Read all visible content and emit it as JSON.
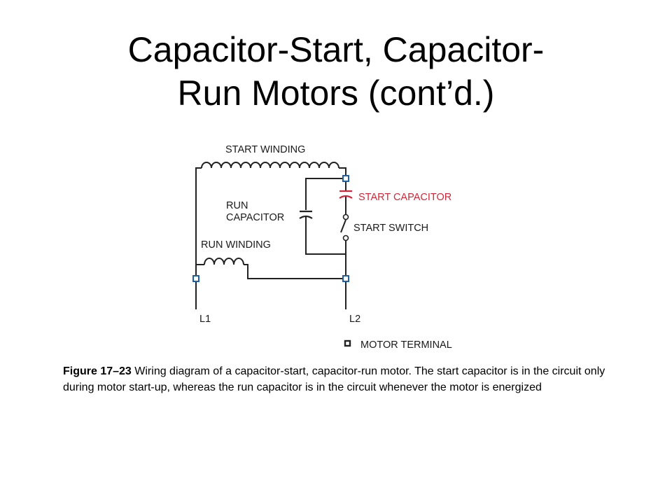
{
  "slide": {
    "title_line1": "Capacitor-Start, Capacitor-",
    "title_line2": "Run Motors (cont’d.)"
  },
  "diagram": {
    "labels": {
      "start_winding": "START WINDING",
      "start_capacitor": "START CAPACITOR",
      "run_capacitor_line1": "RUN",
      "run_capacitor_line2": "CAPACITOR",
      "start_switch": "START SWITCH",
      "run_winding": "RUN WINDING",
      "l1": "L1",
      "l2": "L2",
      "legend_motor_terminal": "MOTOR TERMINAL"
    },
    "colors": {
      "start_capacitor": "#d3283a",
      "terminal": "#1e5fa8"
    }
  },
  "caption": {
    "figure_label": "Figure 17–23",
    "text": " Wiring diagram of a capacitor-start, capacitor-run motor. The start capacitor is in the circuit only during motor start-up, whereas the run capacitor is in the circuit whenever the motor is energized"
  }
}
